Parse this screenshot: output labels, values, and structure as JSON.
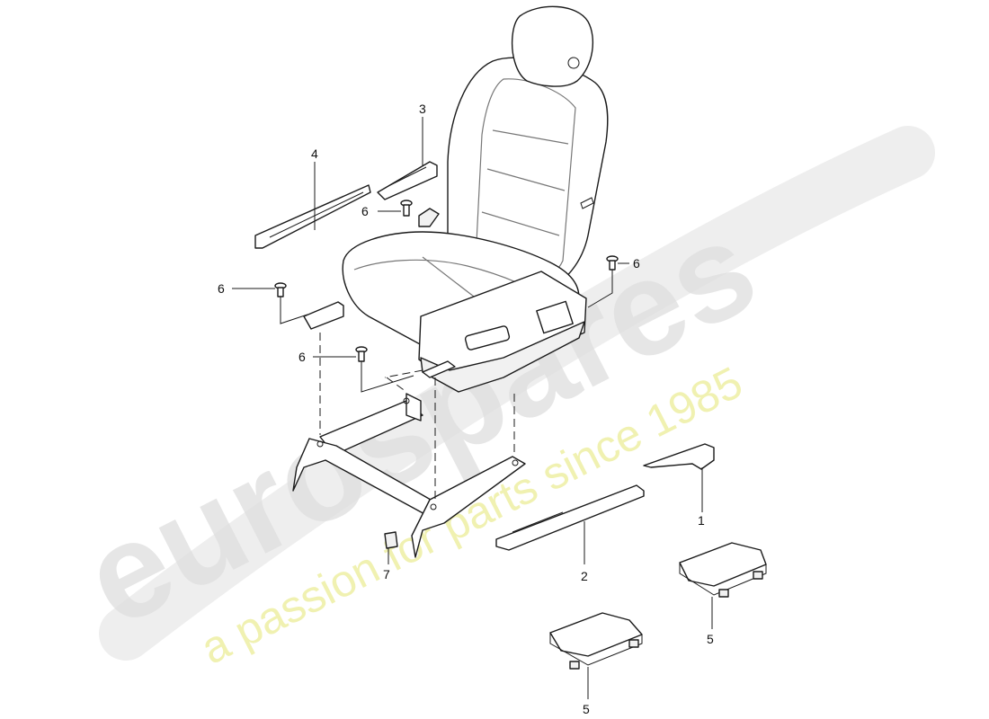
{
  "watermark": {
    "brand_text": "eurospares",
    "tagline_text": "a passion for parts since 1985",
    "brand_color": "#d9d9d9",
    "tagline_color": "#eef0a8"
  },
  "callouts": {
    "c1": "1",
    "c2": "2",
    "c3": "3",
    "c4": "4",
    "c5a": "5",
    "c5b": "5",
    "c6a": "6",
    "c6b": "6",
    "c6c": "6",
    "c6d": "6",
    "c7": "7"
  },
  "parts": {
    "seat": "seat-assembly",
    "frame": "seat-frame",
    "p1": "trim-cover",
    "p2": "seat-rail",
    "p3": "cover-strip",
    "p4": "trim-strip",
    "p5": "bracket",
    "p6": "screw",
    "p7": "clip"
  }
}
